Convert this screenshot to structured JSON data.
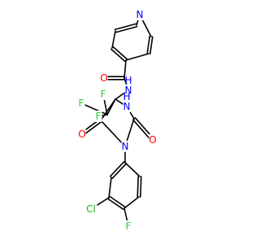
{
  "colors": {
    "background": "#ffffff",
    "bond": "#000000",
    "N": "#0000ff",
    "O": "#ff0000",
    "F": "#33cc33",
    "Cl": "#1fb01f"
  },
  "atoms": [
    {
      "id": "pyr_N",
      "label": "N",
      "el": "N"
    },
    {
      "id": "amide_O",
      "label": "O",
      "el": "O"
    },
    {
      "id": "amide_N",
      "label": "N",
      "sub": "H",
      "el": "N"
    },
    {
      "id": "F1",
      "label": "F",
      "el": "F"
    },
    {
      "id": "F2",
      "label": "F",
      "el": "F"
    },
    {
      "id": "F3",
      "label": "F",
      "el": "F"
    },
    {
      "id": "ring_NH",
      "label": "N",
      "sub": "H",
      "el": "N"
    },
    {
      "id": "O_left",
      "label": "O",
      "el": "O"
    },
    {
      "id": "O_right",
      "label": "O",
      "el": "O"
    },
    {
      "id": "ring_N",
      "label": "N",
      "el": "N"
    },
    {
      "id": "Cl",
      "label": "Cl",
      "el": "Cl"
    },
    {
      "id": "F_ar",
      "label": "F",
      "el": "F"
    }
  ]
}
